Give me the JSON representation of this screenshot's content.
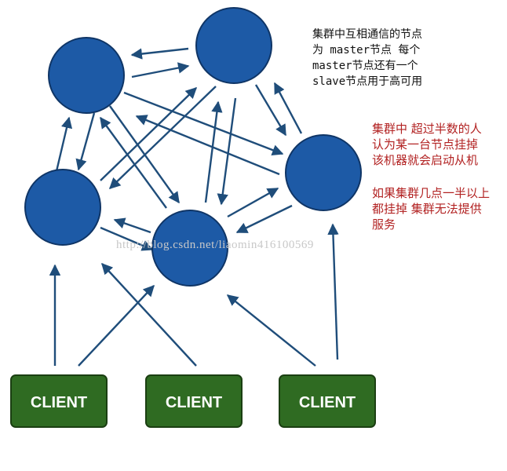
{
  "nodes": [
    {
      "id": "master-1",
      "label": ""
    },
    {
      "id": "master-2",
      "label": ""
    },
    {
      "id": "master-3",
      "label": ""
    },
    {
      "id": "master-4",
      "label": ""
    },
    {
      "id": "master-5",
      "label": ""
    }
  ],
  "clients": [
    {
      "label": "CLIENT"
    },
    {
      "label": "CLIENT"
    },
    {
      "label": "CLIENT"
    }
  ],
  "notes": {
    "top_right": "集群中互相通信的节点\n为 master节点 每个\nmaster节点还有一个\nslave节点用于高可用",
    "right_1": "集群中 超过半数的人\n认为某一台节点挂掉\n该机器就会启动从机",
    "right_2": "如果集群几点一半以上\n都挂掉 集群无法提供\n服务"
  },
  "watermark": "http://blog.csdn.net/liaomin416100569",
  "colors": {
    "node_fill": "#1d5aa6",
    "arrow": "#1f4d7a",
    "client_fill": "#2f6b22",
    "note_red": "#b22222",
    "note_black": "#111111"
  }
}
